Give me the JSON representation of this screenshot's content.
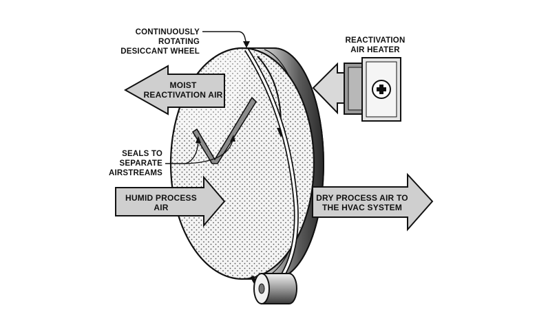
{
  "labels": {
    "wheel_line1": "CONTINUOUSLY",
    "wheel_line2": "ROTATING",
    "wheel_line3": "DESICCANT WHEEL",
    "heater_line1": "REACTIVATION",
    "heater_line2": "AIR HEATER",
    "moist_line1": "MOIST",
    "moist_line2": "REACTIVATION AIR",
    "seals_line1": "SEALS TO",
    "seals_line2": "SEPARATE",
    "seals_line3": "AIRSTREAMS",
    "humid_line1": "HUMID PROCESS",
    "humid_line2": "AIR",
    "dry_line1": "DRY PROCESS AIR TO",
    "dry_line2": "THE HVAC SYSTEM"
  },
  "icons": {
    "heater": "plus-icon",
    "motor": "drive-motor-icon"
  },
  "colors": {
    "line": "#111111",
    "arrow_fill": "#cfcfcf",
    "heater_fill": "#e6e6e6",
    "wheel_face": "#f2f2f2",
    "wheel_rim_dark": "#3a3a3a",
    "wheel_rim_light": "#d8d8d8"
  }
}
